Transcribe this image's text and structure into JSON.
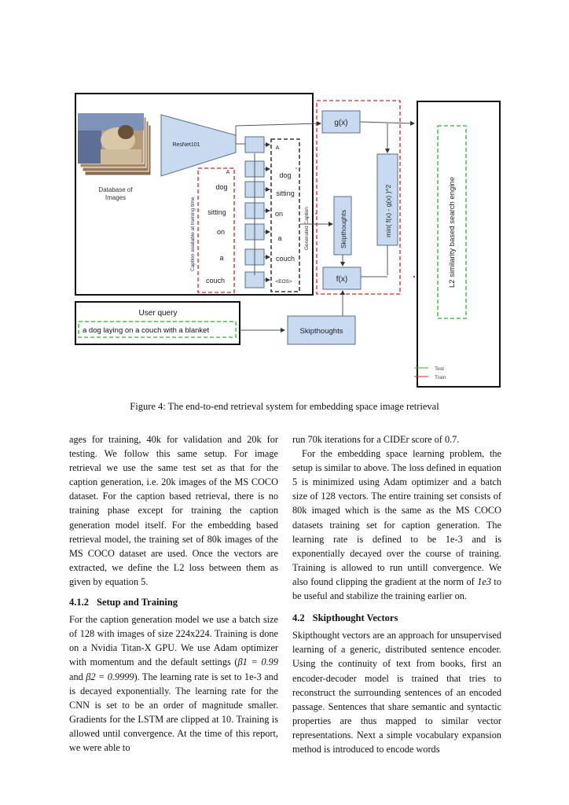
{
  "figure": {
    "caption": "Figure 4: The end-to-end retrieval system for embedding space image retrieval",
    "database_label": [
      "Database of",
      "Images"
    ],
    "resnet_label": "ResNet101",
    "caption_axis_label": "Caption available at training time",
    "train_words": [
      "A",
      "dog",
      "sitting",
      "on",
      "a",
      "couch"
    ],
    "generated_axis_label": "Generated Caption",
    "generated_words": [
      "A",
      "dog",
      "sitting",
      "on",
      "a",
      "couch",
      "<EOS>"
    ],
    "gx_label": "g(x)",
    "fx_label": "f(x)",
    "skipthoughts_label": "Skipthoughts",
    "loss_label": "min( f(x) - g(x) )^2",
    "search_engine_label": "L2 similarity based search engine",
    "user_query_title": "User query",
    "user_query_text": "a dog laying on a couch with a blanket",
    "skipthoughts_query_label": "Skipthoughts",
    "legend": [
      {
        "label": "Test",
        "color": "#22bb22"
      },
      {
        "label": "Train",
        "color": "#e02020"
      }
    ],
    "colors": {
      "box_fill": "#c7daf0",
      "box_stroke": "#5a6f8a",
      "test": "#22bb22",
      "train": "#e02020"
    }
  },
  "left_column": {
    "para1": "ages for training, 40k for validation and 20k for testing. We follow this same setup. For image retrieval we use the same test set as that for the caption generation, i.e. 20k images of the MS COCO dataset. For the caption based retrieval, there is no training phase except for training the caption generation model itself. For the embedding based retrieval model, the training set of 80k images of the MS COCO dataset are used. Once the vectors are extracted, we define the L2 loss between them as given by equation 5.",
    "heading_num": "4.1.2",
    "heading_text": "Setup and Training",
    "para2_a": "For the caption generation model we use a batch size of 128 with images of size 224x224. Training is done on a Nvidia Titan-X GPU. We use Adam optimizer with momentum and the default settings (",
    "beta1": "β1 = 0.99",
    "and": " and ",
    "beta2": "β2 = 0.9999",
    "para2_b": "). The learning rate is set to 1e-3 and is decayed exponentially. The learning rate for the CNN is set to be an order of magnitude smaller. Gradients for the LSTM are clipped at 10. Training is allowed until convergence. At the time of this report, we were able to"
  },
  "right_column": {
    "para1": "run 70k iterations for a CIDEr score of 0.7.",
    "para2_a": "For the embedding space learning problem, the setup is similar to above. The loss defined in equation 5 is minimized using Adam optimizer and a batch size of 128 vectors. The entire training set consists of 80k imaged which is the same as the MS COCO datasets training set for caption generation. The learning rate is defined to be 1e-3 and is exponentially decayed over the course of training. Training is allowed to run untill convergence. We also found clipping the gradient at the norm of ",
    "norm": "1e3",
    "para2_b": " to be useful and stabilize the training earlier on.",
    "heading_num": "4.2",
    "heading_text": "Skipthought Vectors",
    "para3": "Skipthought vectors are an approach for unsupervised learning of a generic, distributed sentence encoder. Using the continuity of text from books, first an encoder-decoder model is trained that tries to reconstruct the surrounding sentences of an encoded passage. Sentences that share semantic and syntactic properties are thus mapped to similar vector representations. Next a simple vocabulary expansion method is introduced to encode words"
  }
}
